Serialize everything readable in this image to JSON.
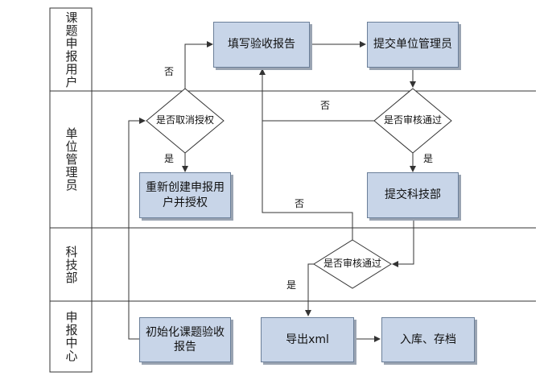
{
  "lanes": [
    "课题申报用户",
    "单位管理员",
    "科技部",
    "申报中心"
  ],
  "process": {
    "fill_report": "填写验收报告",
    "submit_admin": "提交单位管理员",
    "recreate_user": "重新创建申报用户并授权",
    "submit_ministry": "提交科技部",
    "init_report": "初始化课题验收报告",
    "export_xml": "导出xml",
    "archive": "入库、存档"
  },
  "decisions": {
    "cancel_auth": "是否取消授权",
    "admin_review": "是否审核通过",
    "ministry_review": "是否审核通过"
  },
  "edge_labels": {
    "cancel_no": "否",
    "cancel_yes": "是",
    "admin_no": "否",
    "admin_yes": "是",
    "ministry_no": "否",
    "ministry_yes": "是"
  },
  "colors": {
    "box_fill": "#c8d5e8",
    "line": "#333333"
  }
}
